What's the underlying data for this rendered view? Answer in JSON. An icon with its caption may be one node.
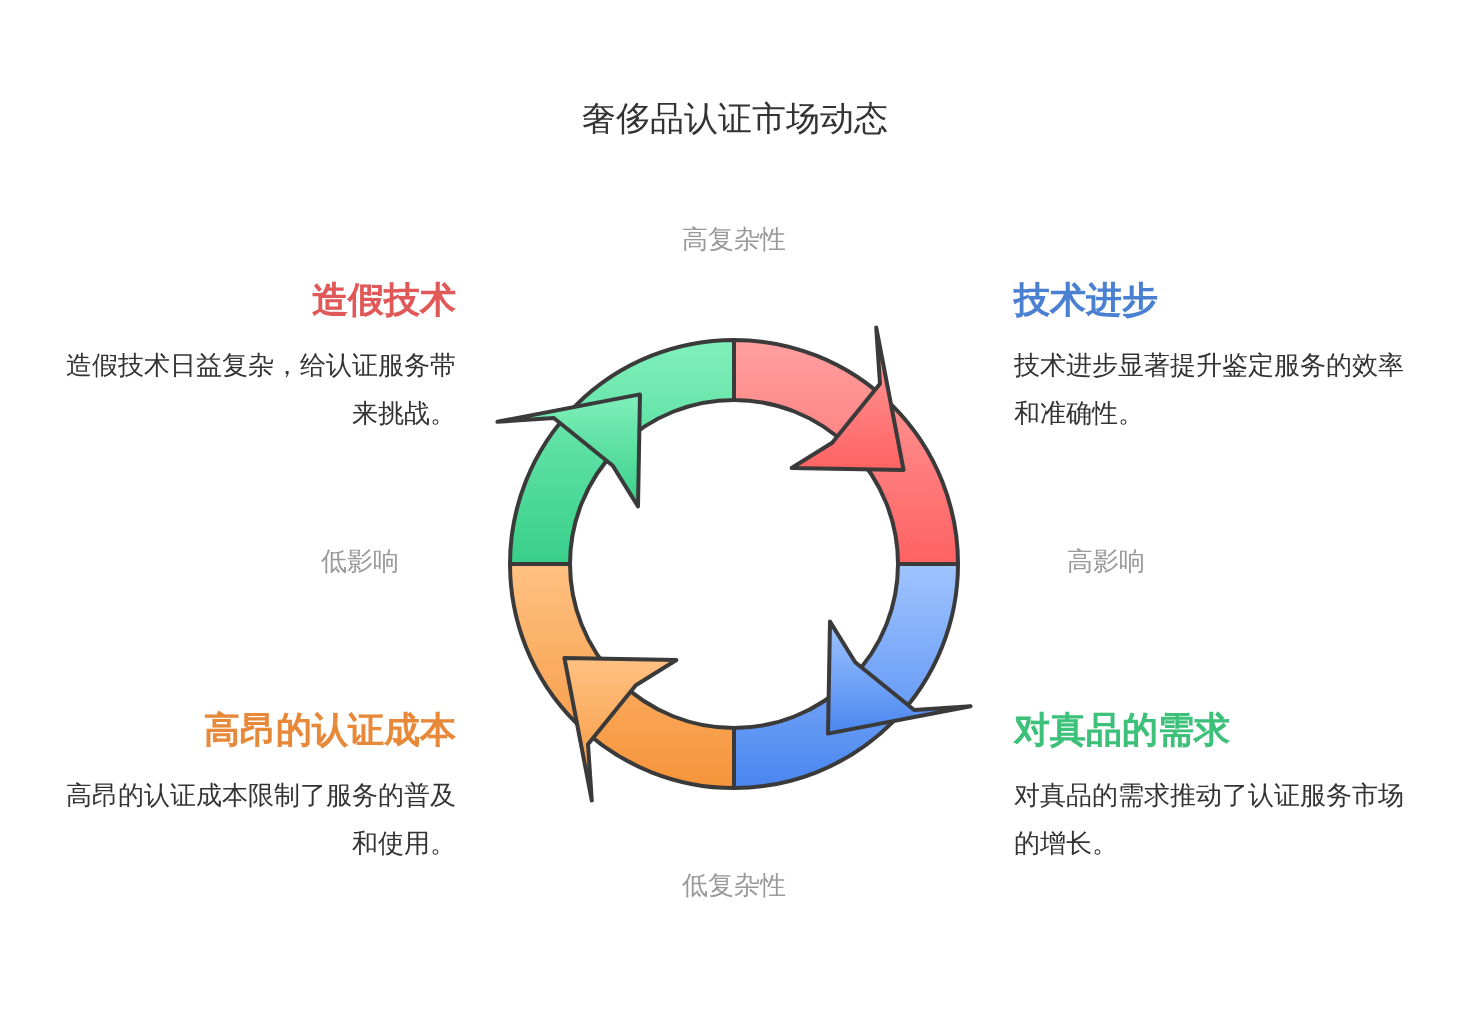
{
  "diagram": {
    "title": "奢侈品认证市场动态",
    "labels": [
      "高复杂性",
      "造假技术",
      "造假技术日益复杂，给认证服务带来挑战。",
      "技术进步",
      "技术进步显著提升鉴定服务的效率和准确性。",
      "低影响",
      "高影响",
      "高昂的认证成本",
      "高昂的认证成本限制了服务的普及和使用。",
      "对真品的需求",
      "对真品的需求推动了认证服务市场的增长。",
      "低复杂性"
    ]
  }
}
